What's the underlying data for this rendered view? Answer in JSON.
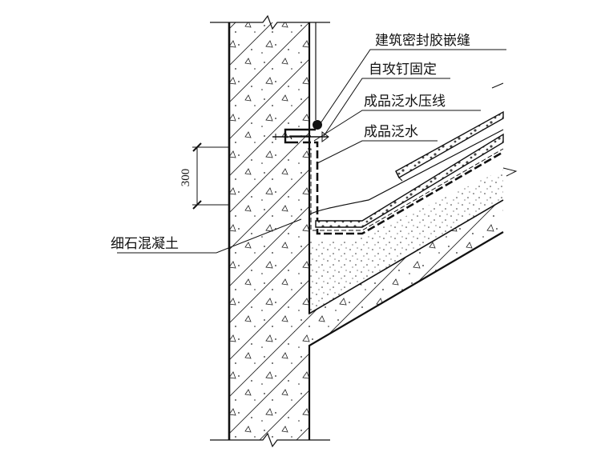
{
  "labels": {
    "sealant_joint": "建筑密封胶嵌缝",
    "self_tapping_screw": "自攻钉固定",
    "flashing_bead": "成品泛水压线",
    "flashing": "成品泛水",
    "fine_aggregate_concrete": "细石混凝土"
  },
  "dimension": {
    "value": "300"
  },
  "colors": {
    "line": "#111111",
    "background": "#ffffff"
  }
}
